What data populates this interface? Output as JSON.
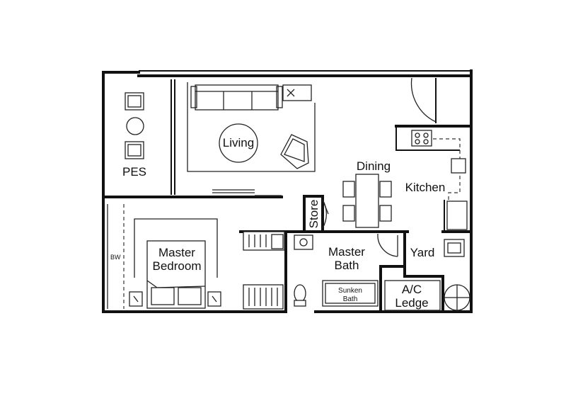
{
  "rooms": {
    "pes": "PES",
    "living": "Living",
    "dining": "Dining",
    "kitchen": "Kitchen",
    "store": "Store",
    "master_bedroom_line1": "Master",
    "master_bedroom_line2": "Bedroom",
    "master_bath_line1": "Master",
    "master_bath_line2": "Bath",
    "yard": "Yard",
    "ac_ledge_line1": "A/C",
    "ac_ledge_line2": "Ledge",
    "sunken_bath_line1": "Sunken",
    "sunken_bath_line2": "Bath",
    "bw": "BW"
  }
}
